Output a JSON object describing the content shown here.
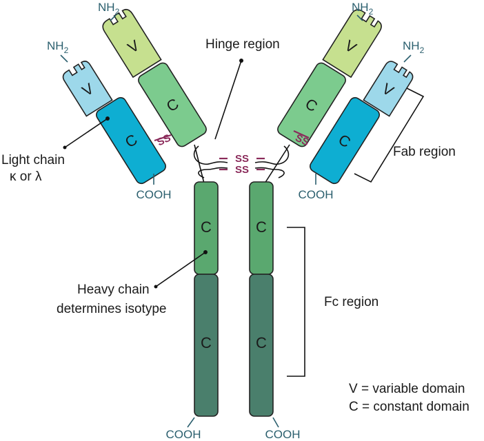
{
  "labels": {
    "hinge_region": "Hinge region",
    "light_chain_line1": "Light chain",
    "light_chain_line2": "κ or λ",
    "fab_region": "Fab region",
    "heavy_chain_line1": "Heavy chain",
    "heavy_chain_line2": "determines isotype",
    "fc_region": "Fc region"
  },
  "legend": {
    "variable": "V = variable domain",
    "constant": "C = constant domain"
  },
  "termini": {
    "amino": "NH",
    "amino_sub": "2",
    "carboxyl": "COOH"
  },
  "domains": {
    "variable": "V",
    "constant": "C"
  },
  "disulfide": "SS",
  "colors": {
    "heavy_variable": "#c6e08f",
    "heavy_ch1": "#7ccb8e",
    "light_variable": "#9dd8ea",
    "light_constant": "#0eaed2",
    "fc_ch2": "#5aa86f",
    "fc_ch3": "#4a7f6c",
    "disulfide": "#8a2a5a",
    "terminus_text": "#2b5f6e"
  }
}
